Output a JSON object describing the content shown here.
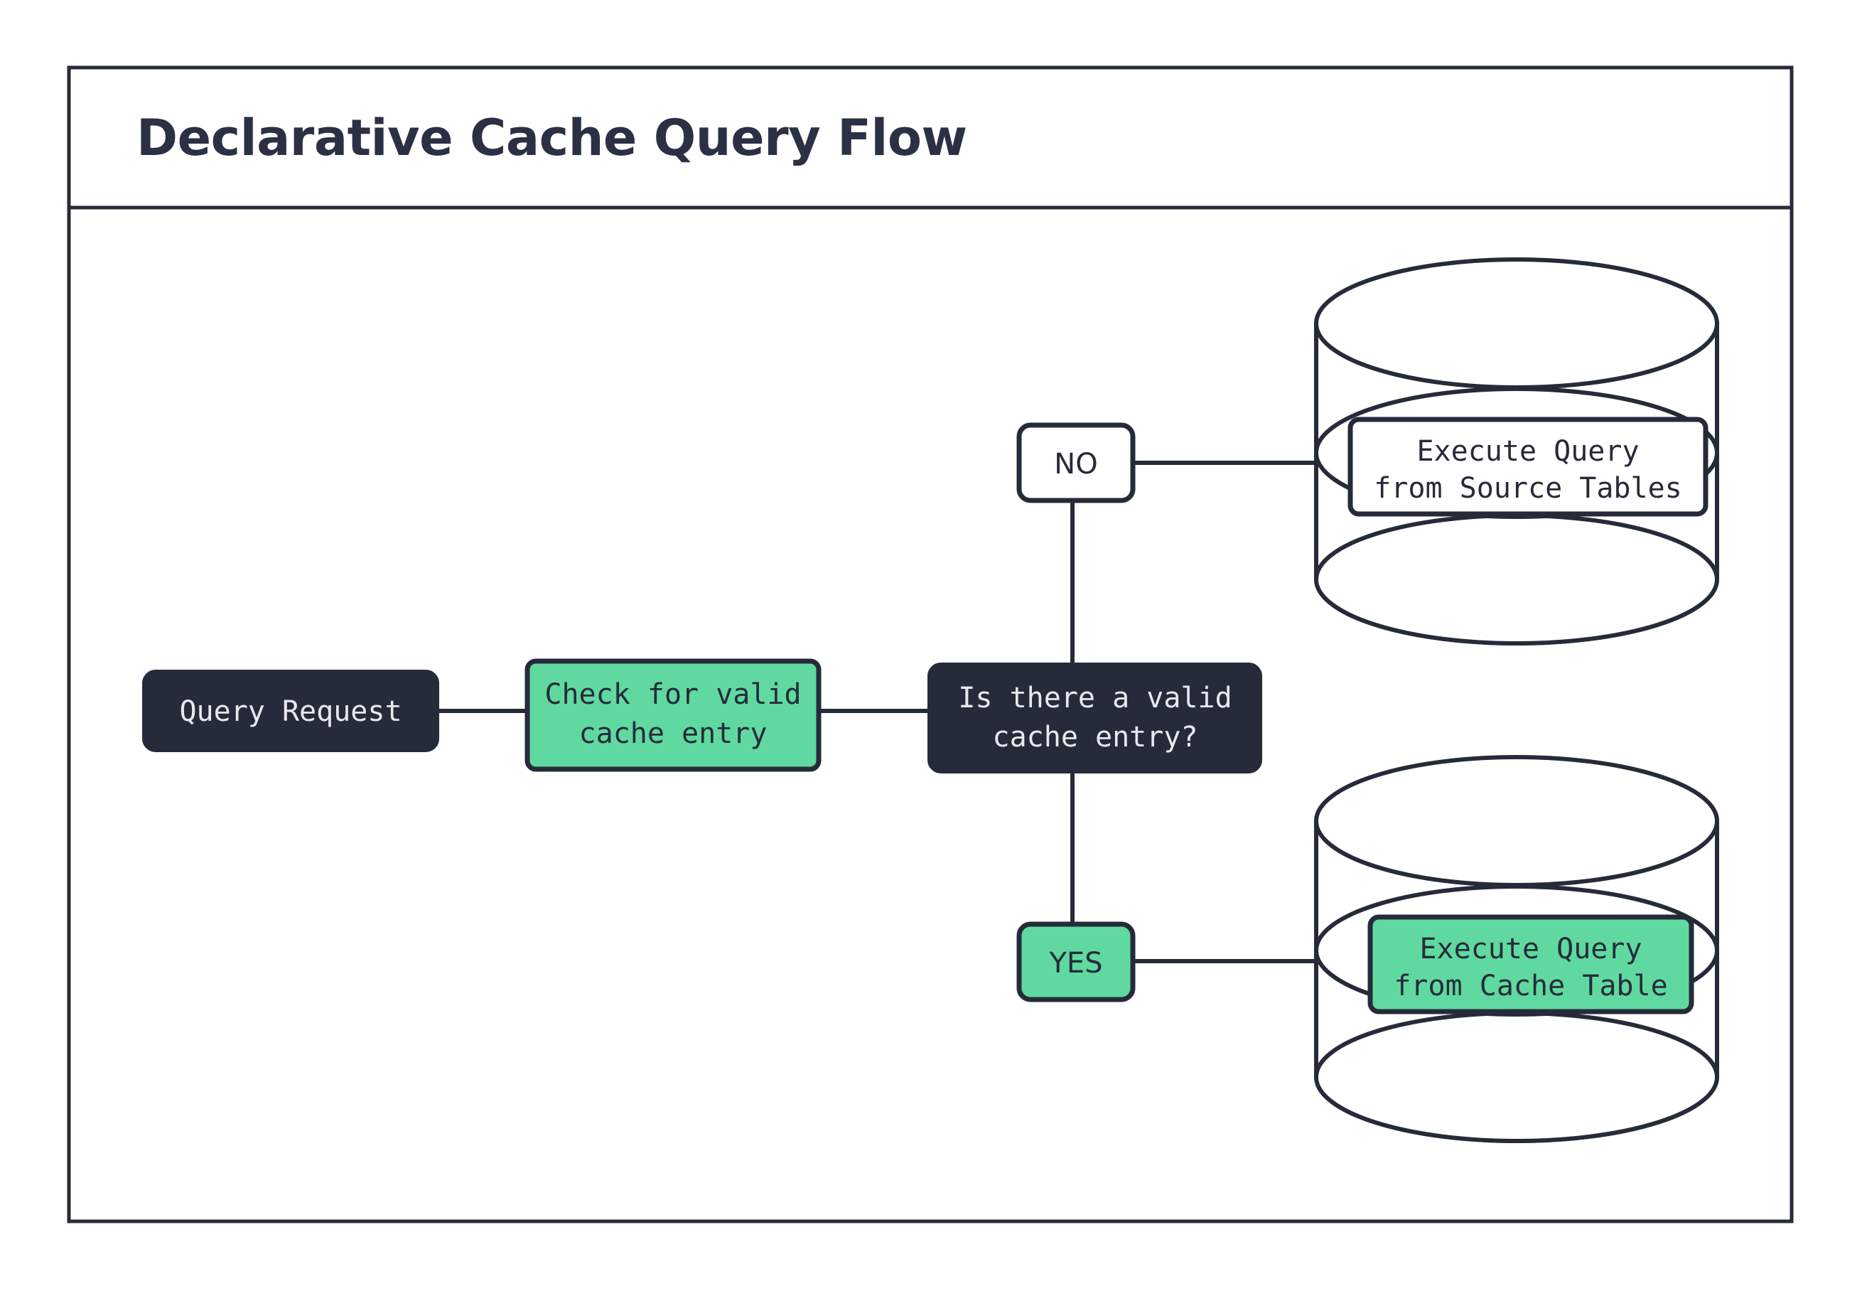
{
  "diagram": {
    "title": "Declarative Cache Query Flow",
    "nodes": {
      "query_request": {
        "label": "Query Request"
      },
      "check_cache": {
        "label_line1": "Check for valid",
        "label_line2": "cache entry"
      },
      "decision": {
        "label_line1": "Is there a valid",
        "label_line2": "cache entry?"
      },
      "branch_no": {
        "label": "NO"
      },
      "branch_yes": {
        "label": "YES"
      },
      "source_db": {
        "label_line1": "Execute Query",
        "label_line2": "from Source Tables"
      },
      "cache_db": {
        "label_line1": "Execute Query",
        "label_line2": "from Cache Table"
      }
    },
    "colors": {
      "dark": "#262B3A",
      "green": "#5FD9A0",
      "white": "#FFFFFF",
      "title": "#2B3044",
      "light_text": "#E8E9ED"
    }
  }
}
